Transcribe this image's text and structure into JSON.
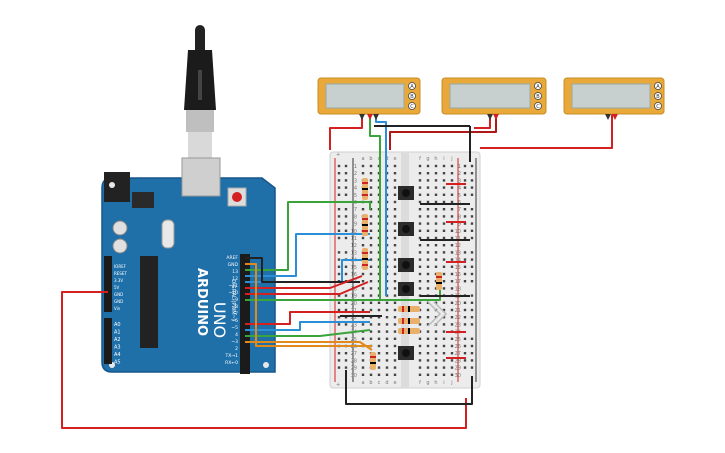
{
  "arduino": {
    "brand": "ARDUINO",
    "model": "UNO",
    "header_digital": "DIGITAL (PWM~)",
    "power_pins": [
      "IOREF",
      "RESET",
      "3.3V",
      "5V",
      "GND",
      "GND",
      "Vin"
    ],
    "analog_pins": [
      "A0",
      "A1",
      "A2",
      "A3",
      "A4",
      "A5"
    ],
    "digital_pins": [
      "AREF",
      "GND",
      "13",
      "12",
      "~11",
      "~10",
      "~9",
      "8",
      "7",
      "~6",
      "~5",
      "4",
      "~3",
      "2",
      "TX→1",
      "RX←0"
    ],
    "colors": {
      "board": "#1f6fa8",
      "chip": "#222222",
      "header": "#1b1b1b"
    }
  },
  "breadboard": {
    "columns_top": [
      "a",
      "b",
      "c",
      "d",
      "e",
      "f",
      "g",
      "h",
      "i",
      "j"
    ],
    "columns_bottom": [
      "a",
      "b",
      "c",
      "d",
      "e",
      "f",
      "g",
      "h",
      "i",
      "j"
    ],
    "rows": [
      "1",
      "2",
      "3",
      "4",
      "5",
      "6",
      "7",
      "8",
      "9",
      "10",
      "11",
      "12",
      "13",
      "14",
      "15",
      "16",
      "17",
      "18",
      "19",
      "20",
      "21",
      "22",
      "23",
      "24",
      "25",
      "26",
      "27",
      "28",
      "29",
      "30"
    ],
    "rail_plus": "+",
    "rail_minus": "−"
  },
  "displays": {
    "count": 3,
    "pin_labels": [
      "A",
      "B",
      "C"
    ]
  },
  "wire_colors": {
    "red": "#d42020",
    "black": "#222222",
    "green": "#3aa33a",
    "blue": "#2a8fd6",
    "orange": "#e08a1e",
    "darkred": "#b01818"
  }
}
